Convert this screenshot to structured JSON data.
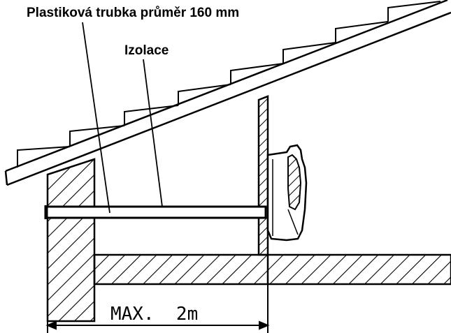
{
  "labels": {
    "pipe": "Plastiková trubka průměr 160 mm",
    "insulation": "Izolace",
    "dimension": "MAX.  2m"
  },
  "colors": {
    "line": "#000000",
    "background": "#ffffff"
  },
  "icons": {
    "fan": "wall-fan-icon"
  }
}
